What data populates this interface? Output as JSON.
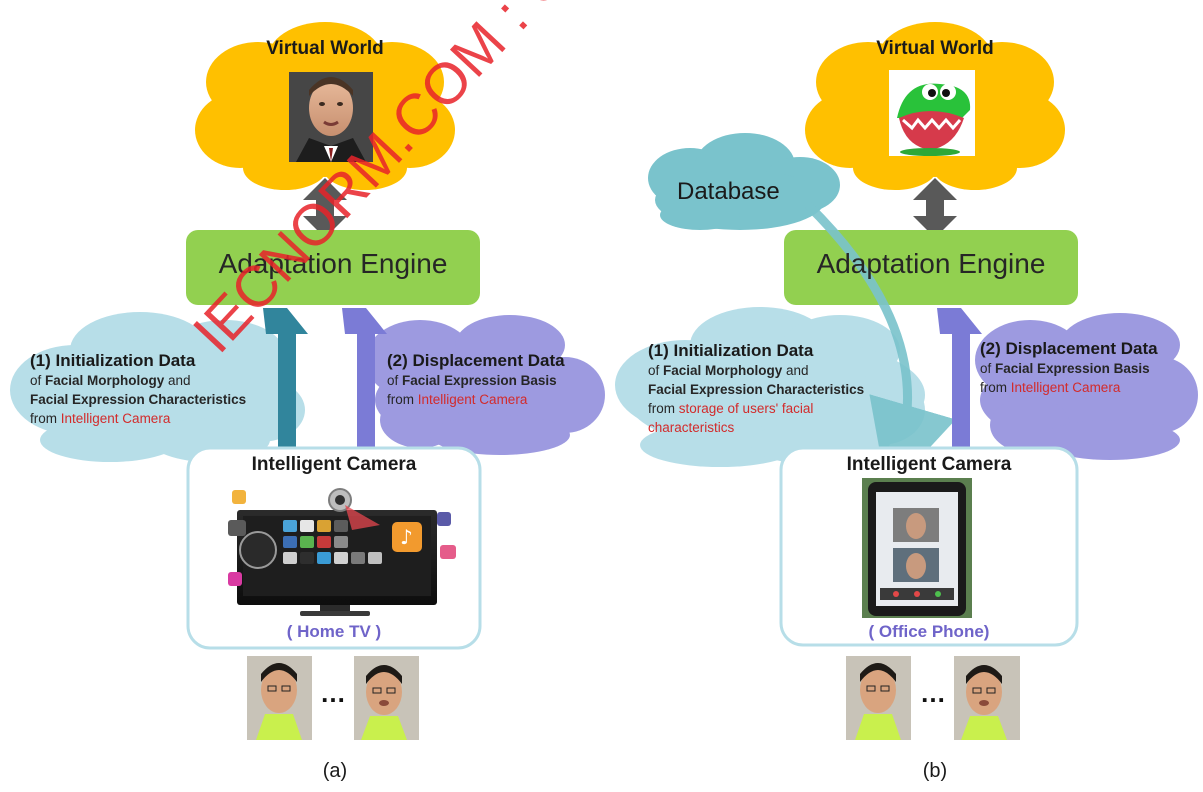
{
  "panels": [
    {
      "virtual_world_label": "Virtual World",
      "virtual_world_image": "human-avatar-face",
      "adaptation_engine_label": "Adaptation Engine",
      "init_data": {
        "heading": "(1) Initialization Data",
        "line1_prefix": "of ",
        "line1_bold": "Facial Morphology",
        "line1_suffix": " and",
        "line2_bold": "Facial Expression Characteristics",
        "from_prefix": "from ",
        "source": "Intelligent  Camera",
        "source_line2": ""
      },
      "displacement_data": {
        "heading": "(2) Displacement Data",
        "line1_prefix": "of ",
        "line1_bold": "Facial Expression Basis",
        "from_prefix": "from ",
        "source": "Intelligent  Camera"
      },
      "camera_title": "Intelligent Camera",
      "device_image": "home-tv-with-webcam",
      "device_label": "( Home TV )",
      "user_ellipsis": "…",
      "caption": "(a)"
    },
    {
      "virtual_world_label": "Virtual World",
      "virtual_world_image": "crocodile-toy-avatar",
      "database_label": "Database",
      "adaptation_engine_label": "Adaptation Engine",
      "init_data": {
        "heading": "(1) Initialization Data",
        "line1_prefix": "of ",
        "line1_bold": "Facial Morphology",
        "line1_suffix": " and",
        "line2_bold": "Facial Expression Characteristics",
        "from_prefix": "from ",
        "source": "storage  of  users'  facial",
        "source_line2": "characteristics"
      },
      "displacement_data": {
        "heading": "(2) Displacement Data",
        "line1_prefix": "of ",
        "line1_bold": "Facial Expression Basis",
        "from_prefix": "from ",
        "source": "Intelligent  Camera"
      },
      "camera_title": "Intelligent Camera",
      "device_image": "tablet-video-call",
      "device_label": "( Office Phone)",
      "user_ellipsis": "…",
      "caption": "(b)"
    }
  ],
  "watermark": "IECNORM.COM : Click to view the full PDF",
  "colors": {
    "virtual_world_cloud": "#ffc000",
    "adaptation_engine": "#92d050",
    "init_cloud": "#b7dee8",
    "displacement_cloud": "#9d9ae0",
    "init_arrow": "#31859c",
    "displacement_arrow": "#7b7bd6",
    "bidirectional_arrow": "#595959",
    "camera_box_border": "#b7dee8",
    "database_cloud": "#7ac3cc",
    "accent_red": "#d22b2b",
    "device_label": "#6f64c9"
  }
}
